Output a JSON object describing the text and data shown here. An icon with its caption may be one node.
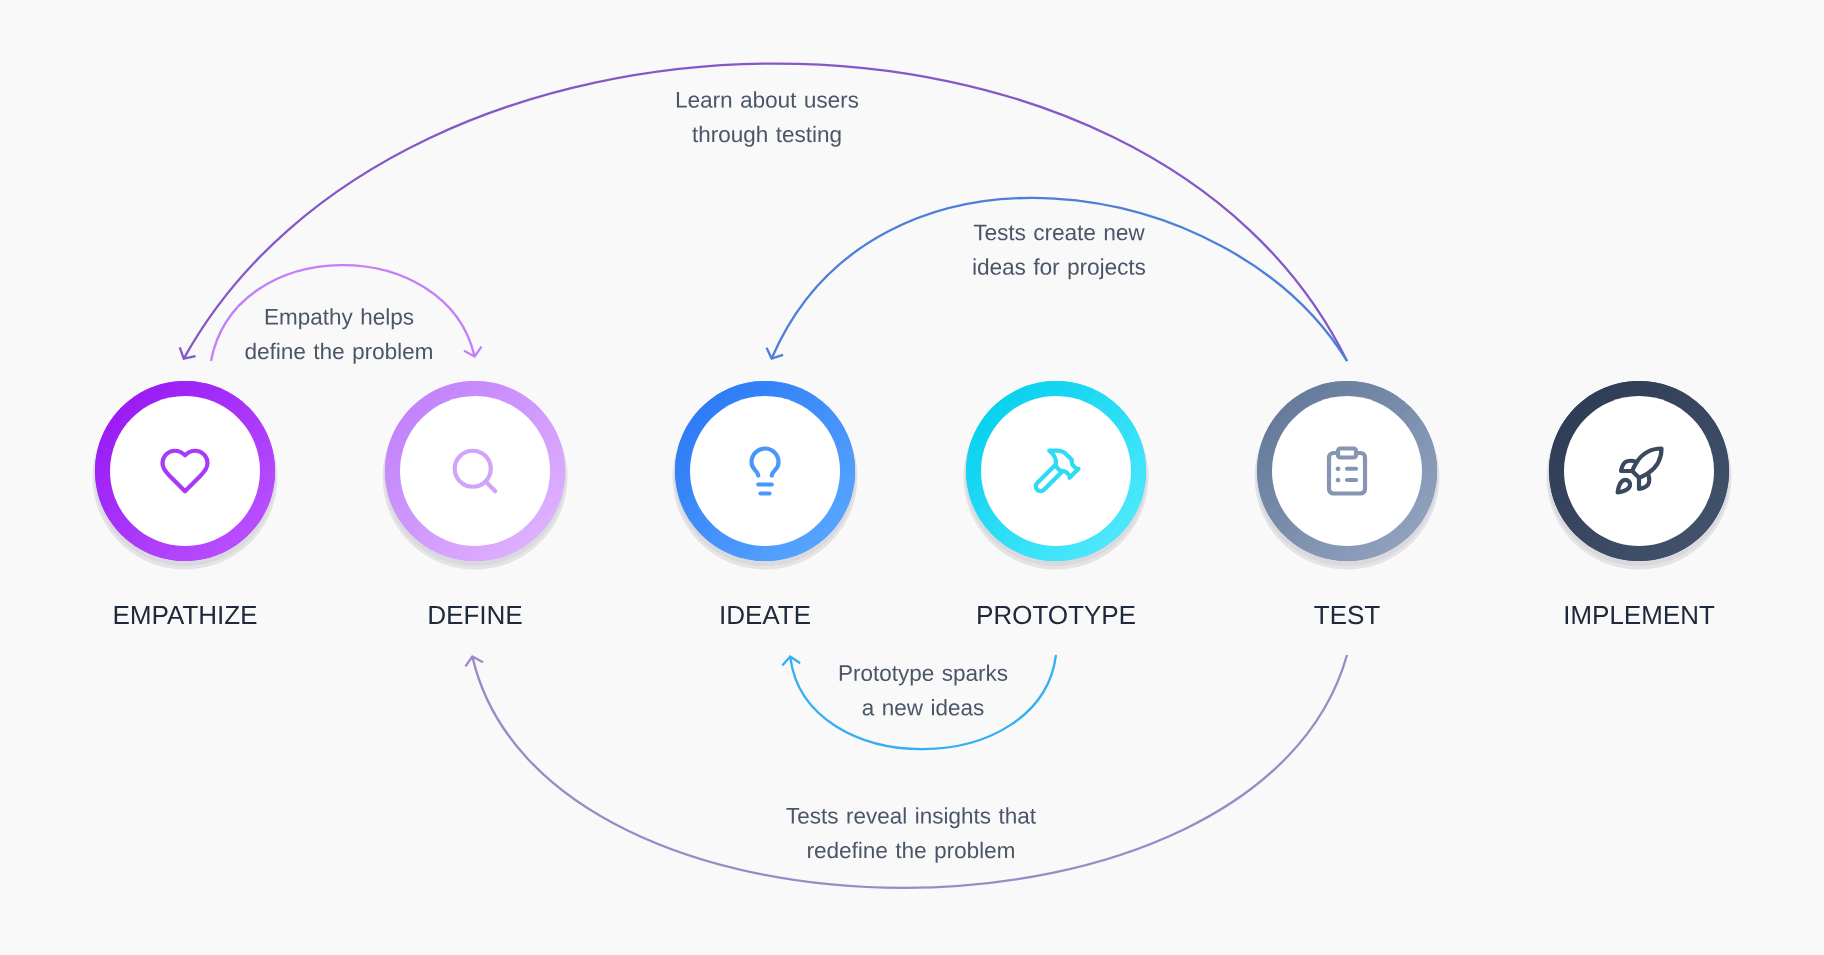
{
  "diagram": {
    "nodes": [
      {
        "text": [
          "EMPATHIZE"
        ]
      },
      {
        "text": [
          "DEFINE"
        ]
      },
      {
        "text": [
          "IDEATE"
        ]
      },
      {
        "text": [
          "PROTOTYPE"
        ]
      },
      {
        "text": [
          "TEST"
        ]
      },
      {
        "text": [
          "IMPLEMENT"
        ]
      }
    ],
    "edges": [
      {
        "from": 0,
        "to": 1,
        "arrow": "to",
        "label": "Empathy helps define the problem",
        "color": "#c27ff8"
      },
      {
        "from": 4,
        "to": 0,
        "arrow": "to",
        "label": "Learn about users through testing",
        "color": "#8558c8"
      },
      {
        "from": 4,
        "to": 2,
        "arrow": "to",
        "label": "Tests create new ideas for projects",
        "color": "#4d7fd8"
      },
      {
        "from": 3,
        "to": 2,
        "arrow": "to",
        "label": "Prototype sparks a new ideas",
        "color": "#35aef2"
      },
      {
        "from": 4,
        "to": 1,
        "arrow": "to",
        "label": "Tests reveal insights that redefine the problem",
        "color": "#9a8ac6"
      }
    ]
  }
}
